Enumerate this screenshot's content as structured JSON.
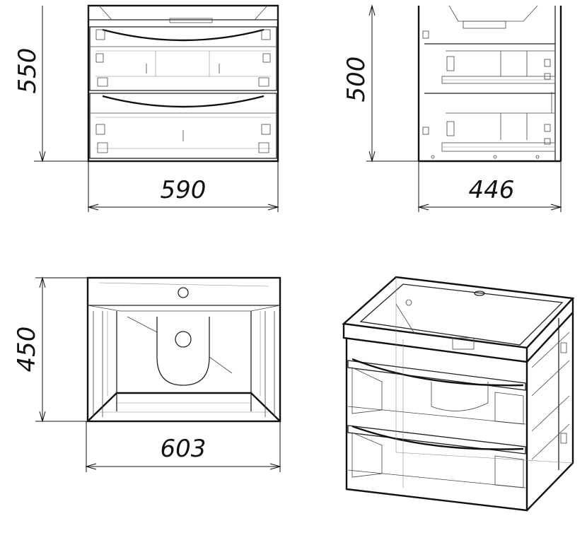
{
  "dimensions": {
    "front_height": "550",
    "front_width": "590",
    "side_height": "500",
    "side_depth": "446",
    "top_depth": "450",
    "top_width": "603"
  }
}
